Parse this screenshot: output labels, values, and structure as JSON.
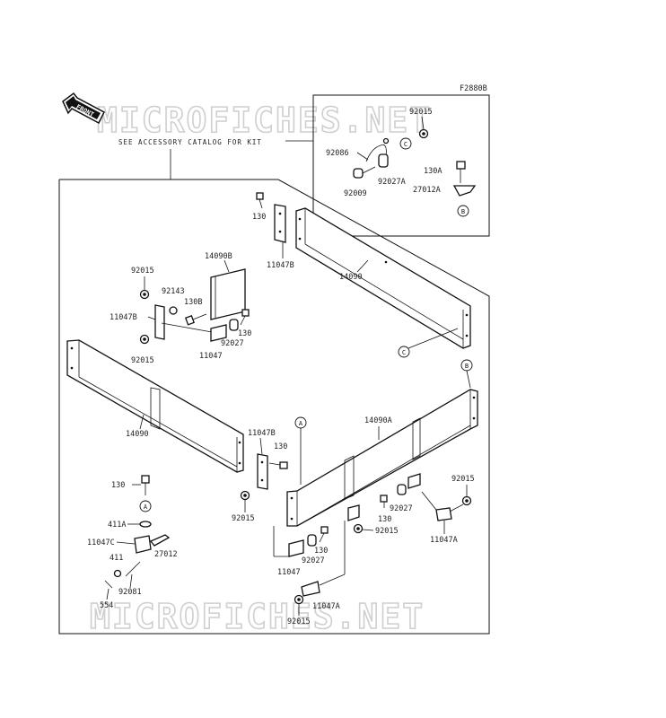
{
  "figure_code": "F2880B",
  "front_label": "FRONT",
  "kit_note": "SEE ACCESSORY CATALOG FOR KIT",
  "watermark": "MICROFICHES.NET",
  "callouts": {
    "a": "A",
    "b": "B",
    "c": "C"
  },
  "inset_labels": {
    "p92015": "92015",
    "p92086": "92086",
    "p92027a": "92027A",
    "p92009": "92009",
    "p130a": "130A",
    "p27012a": "27012A"
  },
  "labels": {
    "p130_top": "130",
    "p11047b_top": "11047B",
    "p14090b": "14090B",
    "p14090_top": "14090",
    "p92015_l1": "92015",
    "p92143": "92143",
    "p130b": "130B",
    "p11047b_l": "11047B",
    "p130_mid": "130",
    "p92027_mid": "92027",
    "p11047_mid": "11047",
    "p92015_l2": "92015",
    "p14090_left": "14090",
    "p11047b_c": "11047B",
    "p130_c": "130",
    "p92015_c": "92015",
    "p14090a": "14090A",
    "p130_bl": "130",
    "p411a": "411A",
    "p11047c": "11047C",
    "p27012": "27012",
    "p411": "411",
    "p92081": "92081",
    "p554": "554",
    "p92015_r": "92015",
    "p92027_r": "92027",
    "p130_r": "130",
    "p92015_r2": "92015",
    "p11047a_r": "11047A",
    "p130_bm": "130",
    "p11047_b": "11047",
    "p92027_b": "92027",
    "p11047a_b": "11047A",
    "p92015_b": "92015"
  }
}
